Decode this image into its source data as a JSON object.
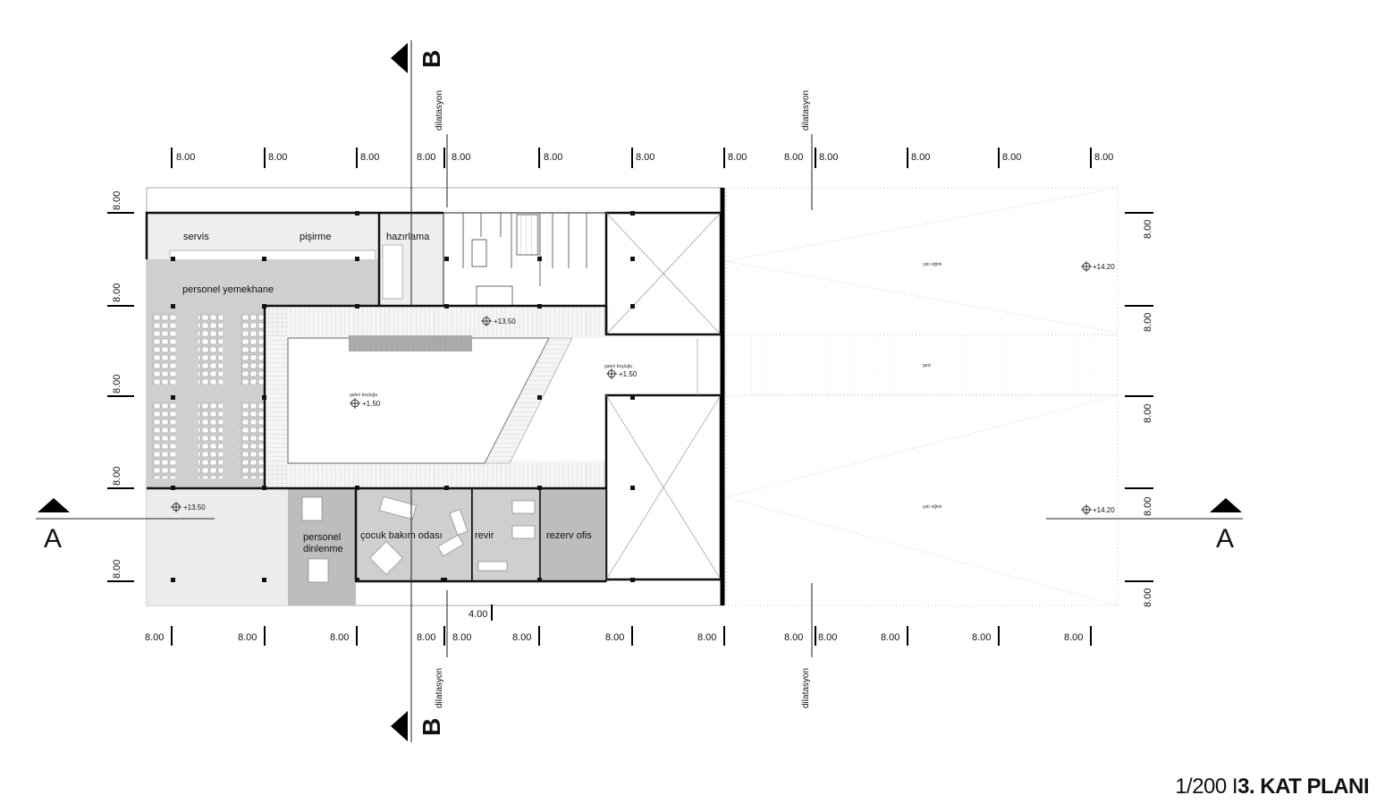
{
  "rooms": {
    "servis": "servis",
    "pisirme": "pişirme",
    "hazirlama": "hazırlama",
    "personel_yemekhane": "personel yemekhane",
    "personel_dinlenme_1": "personel",
    "personel_dinlenme_2": "dinlenme",
    "cocuk_bakim": "çocuk bakım odası",
    "revir": "revir",
    "rezerv_ofis": "rezerv ofis",
    "galeri_1": "galeri boşluğu",
    "galeri_2": "galeri boşluğu",
    "cati_1": "çatı eğimi",
    "cati_2": "çatı eğimi",
    "gezi": "gezi"
  },
  "levels": {
    "main_1": "+13.50",
    "main_2": "+13.50",
    "galeri_1": "+1.50",
    "galeri_2": "+1.50",
    "roof_1": "+14.20",
    "roof_2": "+14.20"
  },
  "dimensions": {
    "top": [
      "8.00",
      "8.00",
      "8.00",
      "8.00",
      "8.00",
      "8.00",
      "8.00",
      "8.00",
      "8.00",
      "8.00",
      "8.00",
      "8.00",
      "8.00"
    ],
    "bottom": [
      "8.00",
      "8.00",
      "8.00",
      "8.00",
      "8.00",
      "8.00",
      "8.00",
      "8.00",
      "8.00",
      "8.00",
      "8.00",
      "8.00",
      "8.00"
    ],
    "bottom_half": "4.00",
    "left": [
      "8.00",
      "8.00",
      "8.00",
      "8.00",
      "8.00"
    ],
    "right": [
      "8.00",
      "8.00",
      "8.00",
      "8.00",
      "8.00"
    ]
  },
  "sections": {
    "a_left": "A",
    "a_right": "A",
    "b_top": "B",
    "b_bottom": "B"
  },
  "dilatation_label": "dilatasyon",
  "title": {
    "scale": "1/200 I",
    "name": "3. KAT PLANI"
  }
}
